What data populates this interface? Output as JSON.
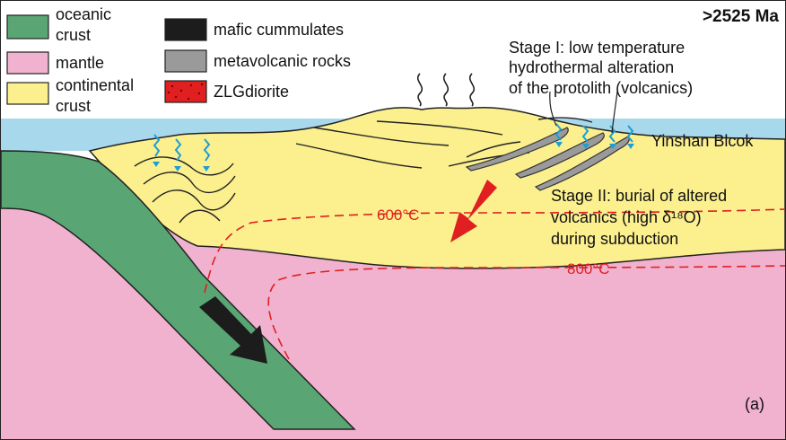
{
  "age": ">2525 Ma",
  "panel_label": "(a)",
  "legend": [
    {
      "label_lines": [
        "oceanic",
        "crust"
      ],
      "color": "#5aa574"
    },
    {
      "label_lines": [
        "mantle"
      ],
      "color": "#f1b2cf"
    },
    {
      "label_lines": [
        "continental",
        "crust"
      ],
      "color": "#fbef8e"
    },
    {
      "label_lines": [
        "mafic cummulates"
      ],
      "color": "#1c1c1c"
    },
    {
      "label_lines": [
        "metavolcanic rocks"
      ],
      "color": "#9a9a9a"
    },
    {
      "label_lines": [
        "ZLGdiorite"
      ],
      "color": "#e02020"
    }
  ],
  "stage1": {
    "lines": [
      "Stage I: low temperature",
      "hydrothermal alteration",
      "of the protolith (volcanics)"
    ]
  },
  "stage2": {
    "lines": [
      "Stage II: burial of altered",
      "volcanics (high δ¹⁸O)",
      "during subduction"
    ]
  },
  "block_label": "Yinshan Blcok",
  "isotherms": [
    {
      "label": "600°C"
    },
    {
      "label": "800°C"
    }
  ],
  "colors": {
    "ocean": "#a8d8ec",
    "continental": "#fbef8e",
    "mantle": "#f1b2cf",
    "oceanic_crust": "#5aa574",
    "isotherm": "#e02020",
    "fluid": "#1a9fd8",
    "arrow_red": "#e02020",
    "arrow_dark": "#1c1c1c",
    "metavolcanic": "#9a9a9a"
  }
}
